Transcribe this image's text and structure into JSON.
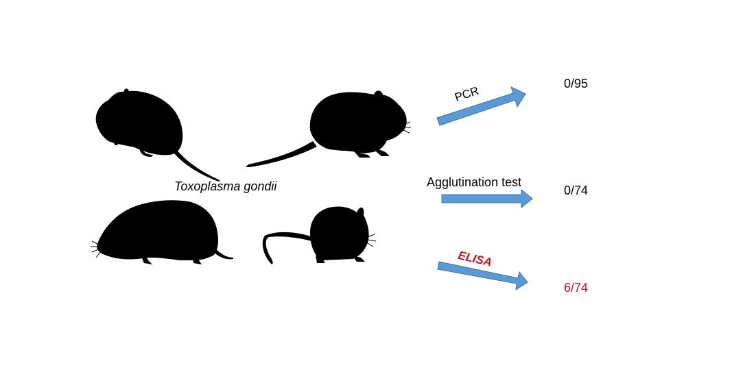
{
  "diagram": {
    "species_label": "Toxoplasma gondii",
    "tests": [
      {
        "label": "PCR",
        "result": "0/95"
      },
      {
        "label": "Agglutination test",
        "result": "0/74"
      },
      {
        "label": "ELISA",
        "result": "6/74"
      }
    ]
  },
  "colors": {
    "arrow_fill": "#5b9bd5",
    "arrow_stroke": "#41719c",
    "highlight": "#c0161e",
    "silhouette": "#000000"
  },
  "icons": [
    "vole-silhouette-icon",
    "mouse-silhouette-icon",
    "shrew-silhouette-icon",
    "small-mouse-silhouette-icon",
    "arrow-right-icon"
  ]
}
